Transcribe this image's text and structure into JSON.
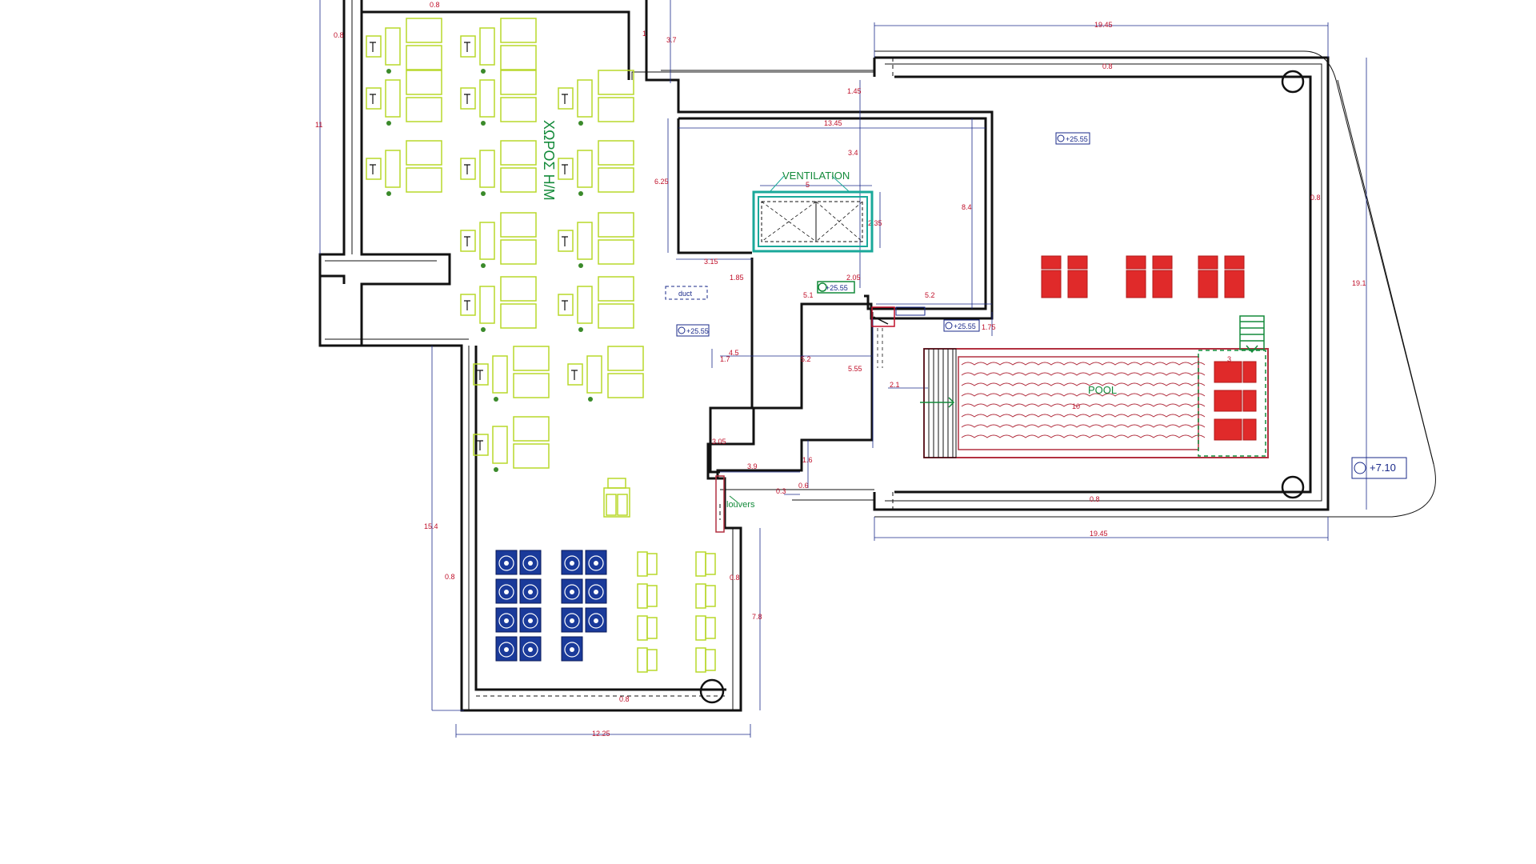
{
  "labels": {
    "room_name": "ΧΩΡΟΣ Η/Μ",
    "ventilation": "VENTILATION",
    "pool": "POOL",
    "louvers": "louvers",
    "duct": "duct"
  },
  "levels": {
    "level_a": "+25.55",
    "level_b": "+25.55",
    "level_c": "+25.55",
    "level_d": "+25.55",
    "level_main": "+7.10"
  },
  "dims": {
    "d_top_a": "0.8",
    "d_left_a": "0.8",
    "d_1": "1",
    "d_37": "3.7",
    "d_left_11": "11",
    "d_top_1945": "19.45",
    "d_top_08": "0.8",
    "d_145": "1.45",
    "d_1345": "13.45",
    "d_34": "3.4",
    "d_625": "6.25",
    "d_5": "5",
    "d_84": "8.4",
    "d_235": "2.35",
    "d_315": "3.15",
    "d_185": "1.85",
    "d_51": "5.1",
    "d_205": "2.05",
    "d_52a": "5.2",
    "d_175": "1.75",
    "d_45": "4.5",
    "d_17": "1.7",
    "d_52b": "5.2",
    "d_555": "5.55",
    "d_21": "2.1",
    "d_10": "10",
    "d_3": "3",
    "d_305": "3.05",
    "d_39": "3.9",
    "d_16": "1.6",
    "d_03": "0.3",
    "d_06": "0.6",
    "d_bot_08": "0.8",
    "d_bot_1945": "19.45",
    "d_right_08": "0.8",
    "d_right_191": "19.1",
    "d_154": "15.4",
    "d_08_left_b": "0.8",
    "d_08_right_b": "0.8",
    "d_78": "7.8",
    "d_08_bottom_b": "0.8",
    "d_1225": "12.25"
  },
  "colors": {
    "wall": "#111111",
    "dimension": "#c0102a",
    "dim_line": "#1a2a8a",
    "equipment": "#b8d82a",
    "ventilation": "#1aa89a",
    "label_green": "#138a3a",
    "blue_units": "#1a3a9a",
    "lounger": "#e02a2a",
    "pool": "#b23040"
  }
}
